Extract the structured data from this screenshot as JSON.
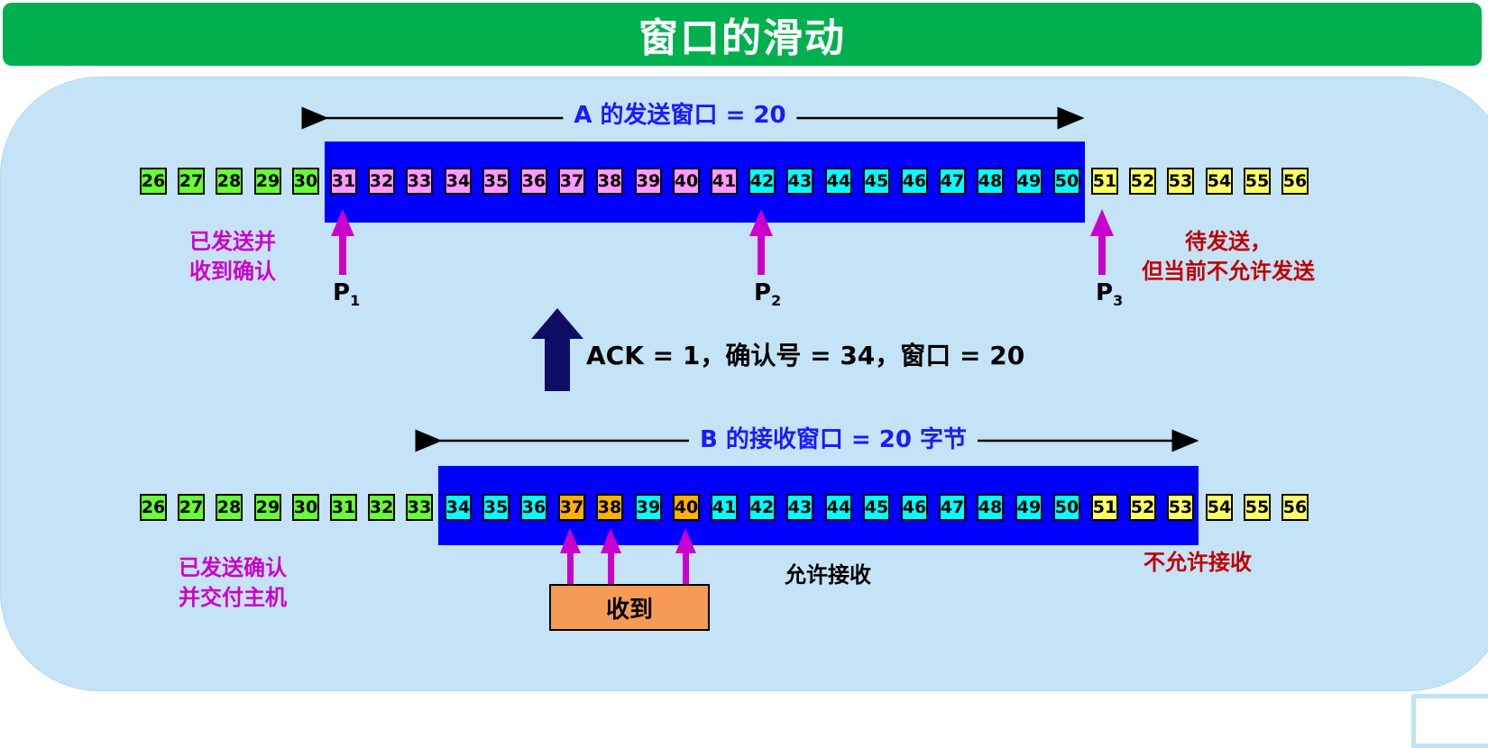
{
  "title": "窗口的滑动",
  "colors": {
    "title_bg": "#00b04f",
    "panel_bg": "#c5e3f7",
    "window": "#0000ff",
    "acked": "#66ff33",
    "sent_unacked": "#ff99ff",
    "sendable": "#00ffff",
    "not_allowed": "#ffff66",
    "received": "#ffb000",
    "magenta": "#cc00cc",
    "dark_red": "#c00000",
    "dark_arrow": "#0d0d66"
  },
  "sender": {
    "window_label": "A 的发送窗口 = 20",
    "bytes": [
      {
        "n": "26",
        "state": "acked"
      },
      {
        "n": "27",
        "state": "acked"
      },
      {
        "n": "28",
        "state": "acked"
      },
      {
        "n": "29",
        "state": "acked"
      },
      {
        "n": "30",
        "state": "acked"
      },
      {
        "n": "31",
        "state": "sent_unacked"
      },
      {
        "n": "32",
        "state": "sent_unacked"
      },
      {
        "n": "33",
        "state": "sent_unacked"
      },
      {
        "n": "34",
        "state": "sent_unacked"
      },
      {
        "n": "35",
        "state": "sent_unacked"
      },
      {
        "n": "36",
        "state": "sent_unacked"
      },
      {
        "n": "37",
        "state": "sent_unacked"
      },
      {
        "n": "38",
        "state": "sent_unacked"
      },
      {
        "n": "39",
        "state": "sent_unacked"
      },
      {
        "n": "40",
        "state": "sent_unacked"
      },
      {
        "n": "41",
        "state": "sent_unacked"
      },
      {
        "n": "42",
        "state": "sendable"
      },
      {
        "n": "43",
        "state": "sendable"
      },
      {
        "n": "44",
        "state": "sendable"
      },
      {
        "n": "45",
        "state": "sendable"
      },
      {
        "n": "46",
        "state": "sendable"
      },
      {
        "n": "47",
        "state": "sendable"
      },
      {
        "n": "48",
        "state": "sendable"
      },
      {
        "n": "49",
        "state": "sendable"
      },
      {
        "n": "50",
        "state": "sendable"
      },
      {
        "n": "51",
        "state": "not_allowed"
      },
      {
        "n": "52",
        "state": "not_allowed"
      },
      {
        "n": "53",
        "state": "not_allowed"
      },
      {
        "n": "54",
        "state": "not_allowed"
      },
      {
        "n": "55",
        "state": "not_allowed"
      },
      {
        "n": "56",
        "state": "not_allowed"
      }
    ],
    "left_note": [
      "已发送并",
      "收到确认"
    ],
    "right_note": [
      "待发送，",
      "但当前不允许发送"
    ],
    "pointers": [
      {
        "label": "P",
        "sub": "1"
      },
      {
        "label": "P",
        "sub": "2"
      },
      {
        "label": "P",
        "sub": "3"
      }
    ]
  },
  "ack_text": "ACK = 1，确认号 = 34，窗口 = 20",
  "receiver": {
    "window_label": "B 的接收窗口 = 20 字节",
    "bytes": [
      {
        "n": "26",
        "state": "acked"
      },
      {
        "n": "27",
        "state": "acked"
      },
      {
        "n": "28",
        "state": "acked"
      },
      {
        "n": "29",
        "state": "acked"
      },
      {
        "n": "30",
        "state": "acked"
      },
      {
        "n": "31",
        "state": "acked"
      },
      {
        "n": "32",
        "state": "acked"
      },
      {
        "n": "33",
        "state": "acked"
      },
      {
        "n": "34",
        "state": "sendable"
      },
      {
        "n": "35",
        "state": "sendable"
      },
      {
        "n": "36",
        "state": "sendable"
      },
      {
        "n": "37",
        "state": "received"
      },
      {
        "n": "38",
        "state": "received"
      },
      {
        "n": "39",
        "state": "sendable"
      },
      {
        "n": "40",
        "state": "received"
      },
      {
        "n": "41",
        "state": "sendable"
      },
      {
        "n": "42",
        "state": "sendable"
      },
      {
        "n": "43",
        "state": "sendable"
      },
      {
        "n": "44",
        "state": "sendable"
      },
      {
        "n": "45",
        "state": "sendable"
      },
      {
        "n": "46",
        "state": "sendable"
      },
      {
        "n": "47",
        "state": "sendable"
      },
      {
        "n": "48",
        "state": "sendable"
      },
      {
        "n": "49",
        "state": "sendable"
      },
      {
        "n": "50",
        "state": "sendable"
      },
      {
        "n": "51",
        "state": "not_allowed"
      },
      {
        "n": "52",
        "state": "not_allowed"
      },
      {
        "n": "53",
        "state": "not_allowed"
      },
      {
        "n": "54",
        "state": "not_allowed"
      },
      {
        "n": "55",
        "state": "not_allowed"
      },
      {
        "n": "56",
        "state": "not_allowed"
      }
    ],
    "left_note": [
      "已发送确认",
      "并交付主机"
    ],
    "accept_label": "允许接收",
    "reject_label": "不允许接收",
    "received_label": "收到"
  }
}
